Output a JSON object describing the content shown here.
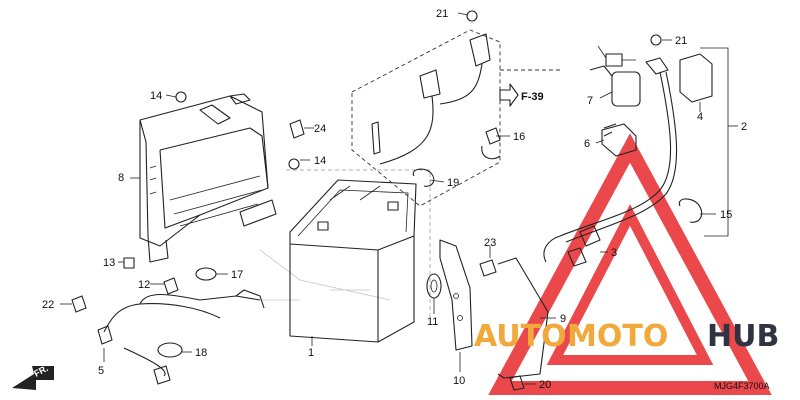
{
  "diagram": {
    "code": "MJG4F3700A",
    "front_label": "FR.",
    "ref_label": "F-39",
    "watermark": {
      "part1": "AUTO",
      "part2": "MOTO",
      "part3": "HUB",
      "accent_color": "#f0a93a",
      "dark_color": "#2f3440",
      "triangle_color": "#e8282b"
    },
    "callouts": {
      "c1": "1",
      "c2": "2",
      "c3": "3",
      "c4": "4",
      "c5": "5",
      "c6": "6",
      "c7": "7",
      "c8": "8",
      "c9": "9",
      "c10": "10",
      "c11": "11",
      "c12": "12",
      "c13": "13",
      "c14a": "14",
      "c14b": "14",
      "c15": "15",
      "c16": "16",
      "c17": "17",
      "c18": "18",
      "c19": "19",
      "c20": "20",
      "c21a": "21",
      "c21b": "21",
      "c22": "22",
      "c23": "23",
      "c24": "24"
    }
  }
}
